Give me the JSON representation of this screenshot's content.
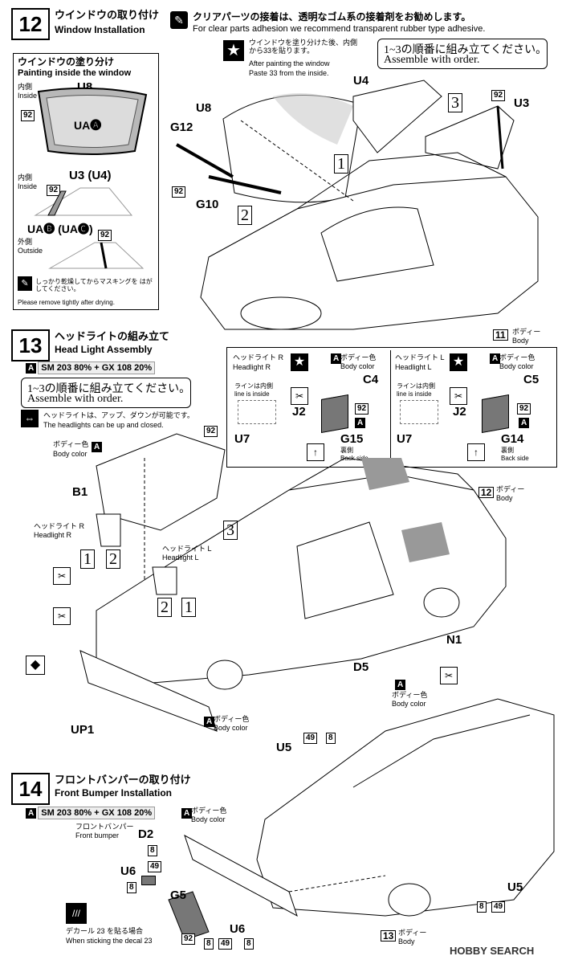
{
  "step12": {
    "number": "12",
    "title_jp": "ウインドウの取り付け",
    "title_en": "Window Installation",
    "note_jp": "クリアパーツの接着は、透明なゴム系の接着剤をお勧めします。",
    "note_en": "For clear parts adhesion we recommend transparent rubber type adhesive.",
    "paint_panel": {
      "title_jp": "ウインドウの塗り分け",
      "title_en": "Painting inside the window",
      "inside_jp": "内側",
      "inside_en": "Inside",
      "part_u8": "U8",
      "color_92": "92",
      "ua_a": "UA🅐",
      "inside2_jp": "内側",
      "inside2_en": "Inside",
      "part_u3u4": "U3 (U4)",
      "ua_bc": "UA🅑 (UA🅒)",
      "outside_jp": "外側",
      "outside_en": "Outside",
      "mask_jp": "しっかり乾燥してからマスキングを はがしてください。",
      "mask_en": "Please remove tightly after drying."
    },
    "star_note_jp": "ウインドウを塗り分けた後、内側から33を貼ります。",
    "star_note_en1": "After painting the window",
    "star_note_en2": "Paste 33 from the inside.",
    "order_jp": "1~3の順番に組み立てください。",
    "order_en": "Assemble with order.",
    "parts": {
      "u4": "U4",
      "u3": "U3",
      "u8": "U8",
      "g12": "G12",
      "g10": "G10",
      "c92": "92"
    },
    "nums": {
      "n1": "1",
      "n2": "2",
      "n3": "3"
    },
    "body_num": "11",
    "body_jp": "ボディー",
    "body_en": "Body"
  },
  "step13": {
    "number": "13",
    "title_jp": "ヘッドライトの組み立て",
    "title_en": "Head Light Assembly",
    "paint_a": "A",
    "paint_formula": "SM 203 80% + GX 108 20%",
    "order_jp": "1~3の順番に組み立てください。",
    "order_en": "Assemble with order.",
    "updown_jp": "ヘッドライトは、アップ、ダウンが可能です。",
    "updown_en": "The headlights can be up and closed.",
    "body_color_jp": "ボディー色",
    "body_color_en": "Body color",
    "parts": {
      "b1": "B1",
      "up1": "UP1",
      "d5": "D5",
      "n1": "N1",
      "c92": "92"
    },
    "headlight_r_jp": "ヘッドライト R",
    "headlight_r_en": "Headlight R",
    "headlight_l_jp": "ヘッドライト L",
    "headlight_l_en": "Headlight L",
    "detail_r": {
      "title_jp": "ヘッドライト R",
      "title_en": "Headlight R",
      "c": "C4",
      "j": "J2",
      "u": "U7",
      "g": "G15",
      "line_jp": "ラインは内側",
      "line_en": "line is inside",
      "back_jp": "裏側",
      "back_en": "Back side"
    },
    "detail_l": {
      "title_jp": "ヘッドライト L",
      "title_en": "Headlight L",
      "c": "C5",
      "j": "J2",
      "u": "U7",
      "g": "G14",
      "line_jp": "ラインは内側",
      "line_en": "line is inside",
      "back_jp": "裏側",
      "back_en": "Back side"
    },
    "body_num": "12",
    "body_jp": "ボディー",
    "body_en": "Body"
  },
  "step14": {
    "number": "14",
    "title_jp": "フロントバンパーの取り付け",
    "title_en": "Front Bumper Installation",
    "paint_formula": "SM 203 80% + GX 108 20%",
    "bumper_jp": "フロントバンパー",
    "bumper_en": "Front bumper",
    "parts": {
      "d2": "D2",
      "u6": "U6",
      "g5": "G5",
      "u5": "U5",
      "c8": "8",
      "c49": "49",
      "c92": "92"
    },
    "decal_jp": "デカール 23 を貼る場合",
    "decal_en": "When sticking the decal 23",
    "body_num": "13",
    "body_jp": "ボディー",
    "body_en": "Body"
  },
  "watermark": "HOBBY SEARCH"
}
